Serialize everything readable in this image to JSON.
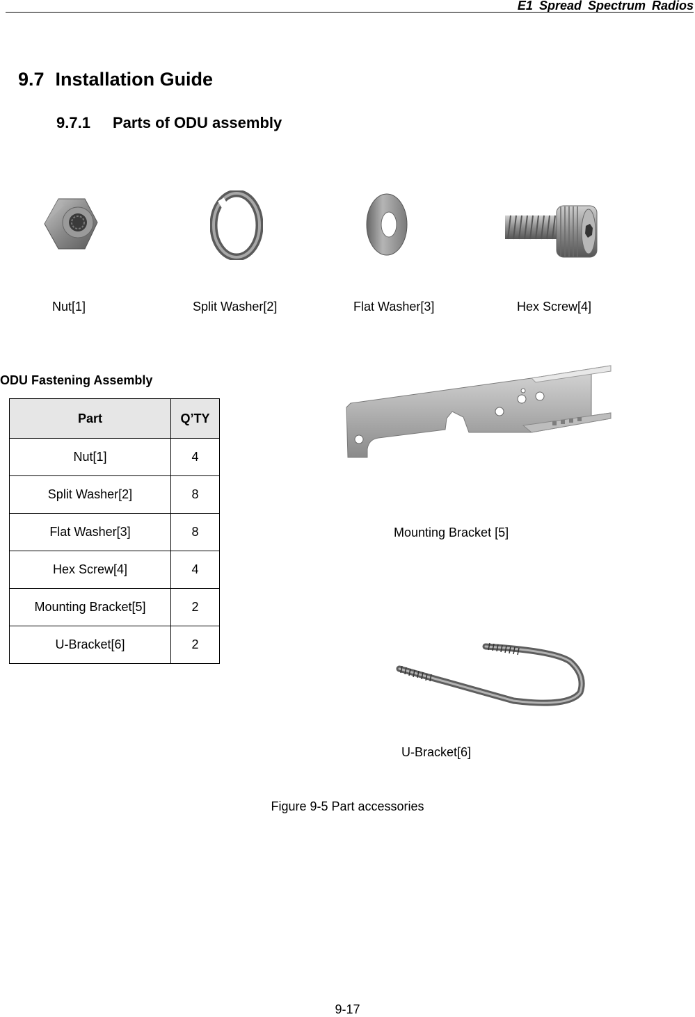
{
  "header": {
    "title": "E1 Spread Spectrum Radios"
  },
  "section": {
    "number": "9.7",
    "title": "Installation Guide"
  },
  "subsection": {
    "number": "9.7.1",
    "title": "Parts of ODU assembly"
  },
  "parts": [
    {
      "caption": "Nut[1]",
      "icon": "hex-nut-icon"
    },
    {
      "caption": "Split Washer[2]",
      "icon": "split-washer-icon"
    },
    {
      "caption": "Flat Washer[3]",
      "icon": "flat-washer-icon"
    },
    {
      "caption": "Hex Screw[4]",
      "icon": "hex-screw-icon"
    },
    {
      "caption": "Mounting Bracket [5]",
      "icon": "mounting-bracket-icon"
    },
    {
      "caption": "U-Bracket[6]",
      "icon": "u-bracket-icon"
    }
  ],
  "assembly": {
    "title": "ODU Fastening Assembly",
    "headers": [
      "Part",
      "Q’TY"
    ],
    "rows": [
      [
        "Nut[1]",
        "4"
      ],
      [
        "Split Washer[2]",
        "8"
      ],
      [
        "Flat Washer[3]",
        "8"
      ],
      [
        "Hex Screw[4]",
        "4"
      ],
      [
        "Mounting Bracket[5]",
        "2"
      ],
      [
        "U-Bracket[6]",
        "2"
      ]
    ]
  },
  "figure": {
    "caption": "Figure 9-5 Part accessories"
  },
  "footer": {
    "page_number": "9-17"
  }
}
